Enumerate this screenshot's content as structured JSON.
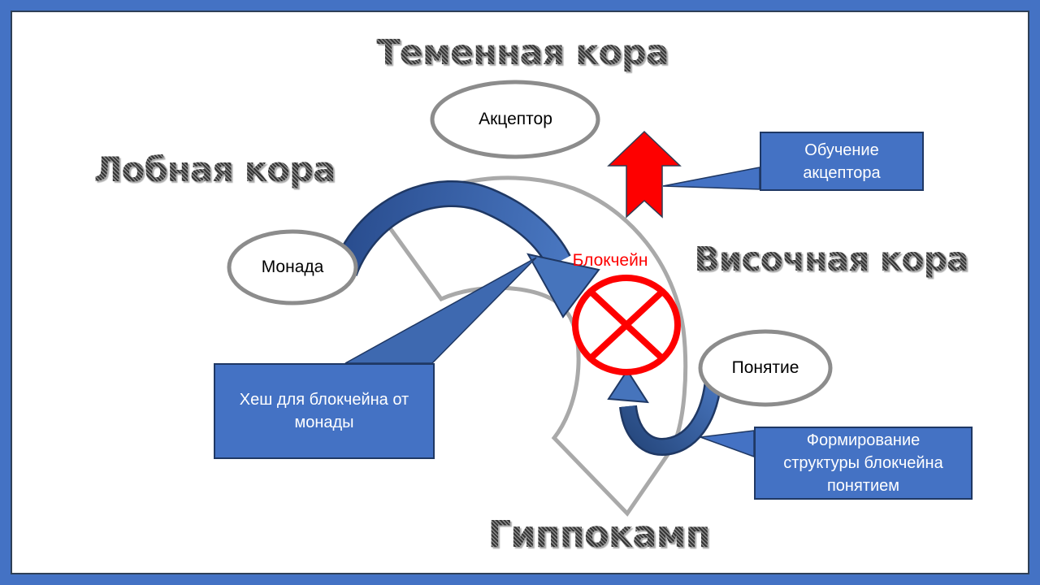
{
  "region_labels": [
    {
      "id": "parietal-cortex",
      "text": "Теменная кора"
    },
    {
      "id": "frontal-cortex",
      "text": "Лобная кора"
    },
    {
      "id": "temporal-cortex",
      "text": "Височная кора"
    },
    {
      "id": "hippocampus",
      "text": "Гиппокамп"
    }
  ],
  "nodes": [
    {
      "id": "acceptor",
      "label": "Акцептор"
    },
    {
      "id": "monad",
      "label": "Монада"
    },
    {
      "id": "concept",
      "label": "Понятие"
    }
  ],
  "blockchain_label": "Блокчейн",
  "callouts": [
    {
      "id": "acceptor-training",
      "lines": [
        "Обучение",
        "акцептора"
      ]
    },
    {
      "id": "hash-for-blockchain-from-monad",
      "lines": [
        "Хеш для блокчейна от",
        "монады"
      ]
    },
    {
      "id": "blockchain-structure-formation",
      "lines": [
        "Формирование",
        "структуры блокчейна",
        "понятием"
      ]
    }
  ],
  "colors": {
    "frame_blue": "#4472C4",
    "frame_edge": "#2E4057",
    "accent_blue": "#4472C4",
    "accent_blue_dark": "#2F528F",
    "arrow_outline": "#1F3864",
    "band_blue_dark": "#2A4E90",
    "band_blue_light": "#4A78C2",
    "head_blue": "#4674BC",
    "red": "#FE0000",
    "curve_gray": "#A9A9A9",
    "node_stroke_gray": "#8C8C8C",
    "title_stripe_dark": "#343434",
    "title_stripe_light": "#8F8F8F",
    "text_black": "#000000",
    "text_white": "#FFFFFF"
  }
}
